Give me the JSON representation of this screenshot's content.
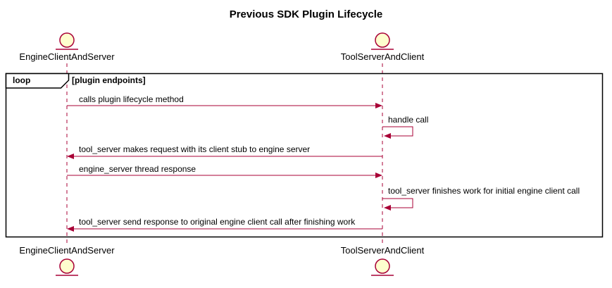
{
  "title": "Previous SDK Plugin Lifecycle",
  "colors": {
    "arrow": "#A80036",
    "lifeline": "#A80036",
    "participant_fill": "#FEFECE",
    "participant_border": "#A80036",
    "frame_border": "#000000",
    "text": "#000000",
    "background": "#FFFFFF"
  },
  "participants": [
    {
      "name": "EngineClientAndServer"
    },
    {
      "name": "ToolServerAndClient"
    }
  ],
  "loop": {
    "label": "loop",
    "guard": "[plugin endpoints]"
  },
  "messages": [
    {
      "text": "calls plugin lifecycle method",
      "from": "EngineClientAndServer",
      "to": "ToolServerAndClient",
      "kind": "solid"
    },
    {
      "text": "handle call",
      "from": "ToolServerAndClient",
      "to": "ToolServerAndClient",
      "kind": "self"
    },
    {
      "text": "tool_server makes request with its client stub to engine server",
      "from": "ToolServerAndClient",
      "to": "EngineClientAndServer",
      "kind": "solid"
    },
    {
      "text": "engine_server thread response",
      "from": "EngineClientAndServer",
      "to": "ToolServerAndClient",
      "kind": "solid"
    },
    {
      "text": "tool_server finishes work for initial engine client call",
      "from": "ToolServerAndClient",
      "to": "ToolServerAndClient",
      "kind": "self"
    },
    {
      "text": "tool_server send response to original engine client call after finishing work",
      "from": "ToolServerAndClient",
      "to": "EngineClientAndServer",
      "kind": "solid"
    }
  ]
}
